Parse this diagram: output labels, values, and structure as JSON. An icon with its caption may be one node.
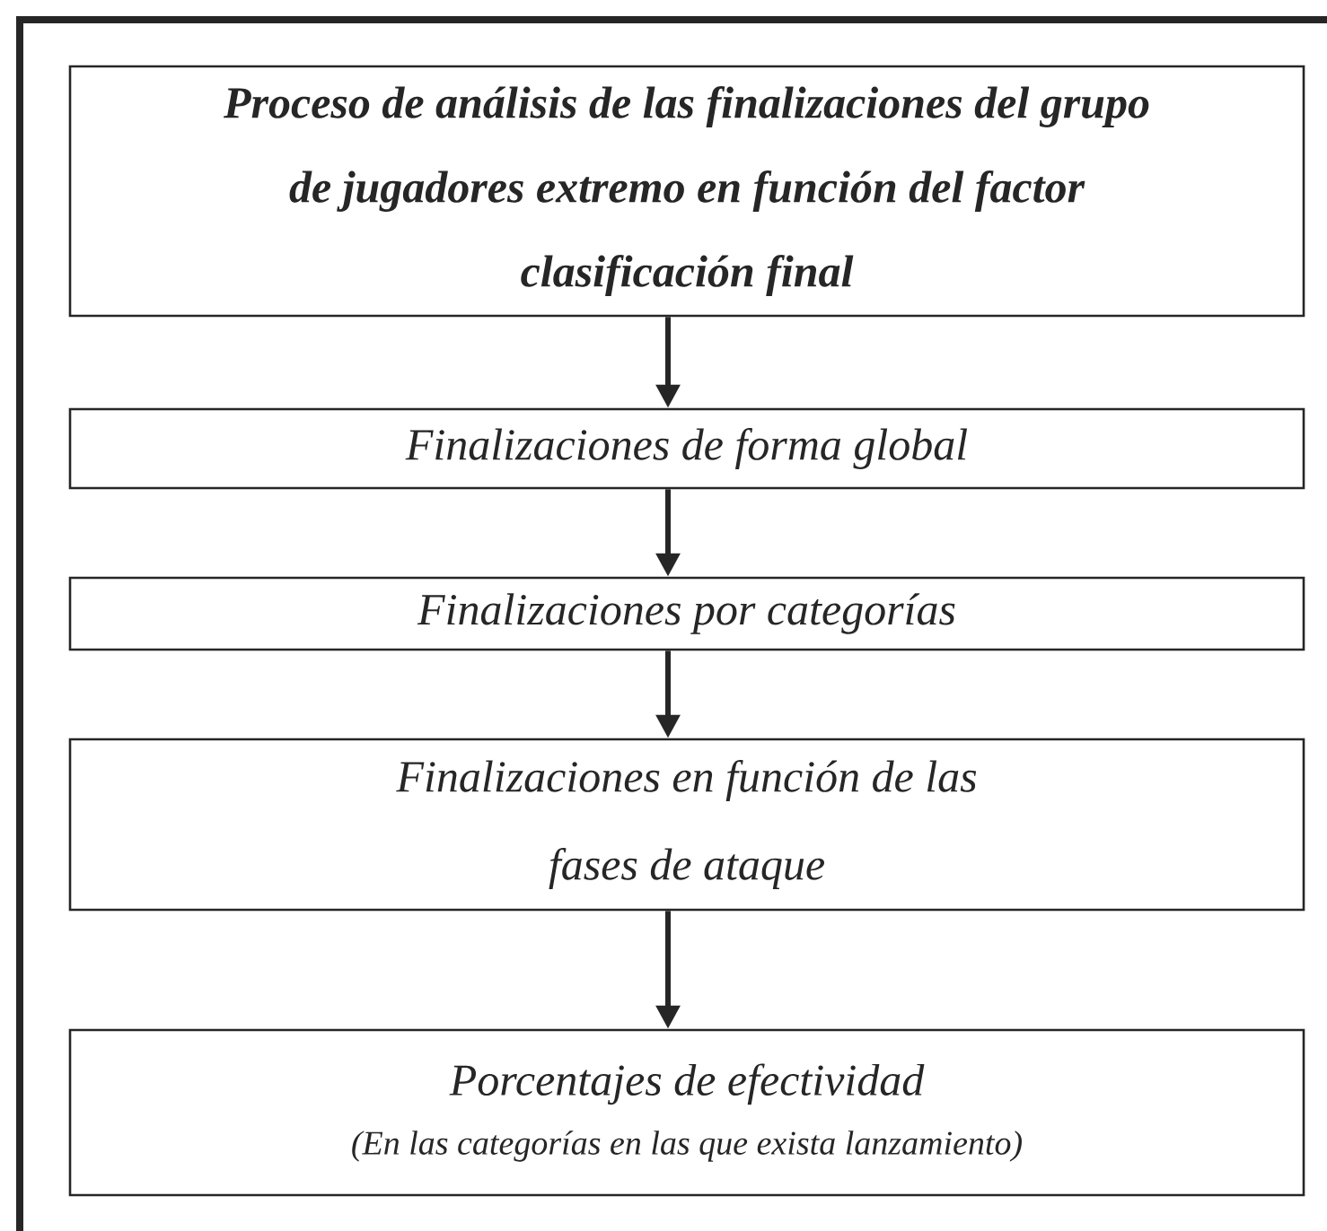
{
  "diagram": {
    "nodes": [
      {
        "text": [
          "Proceso de análisis de las finalizaciones del grupo de jugadores extremo en función del factor clasificación final"
        ]
      },
      {
        "text": [
          "Finalizaciones de forma global"
        ]
      },
      {
        "text": [
          "Finalizaciones por categorías"
        ]
      },
      {
        "text": [
          "Finalizaciones en función de las fases de ataque"
        ]
      },
      {
        "text": [
          "Porcentajes de efectividad",
          "(En las categorías en las que exista lanzamiento)"
        ]
      }
    ],
    "edges": [
      {
        "from": 0,
        "to": 1,
        "arrow": "to"
      },
      {
        "from": 1,
        "to": 2,
        "arrow": "to"
      },
      {
        "from": 2,
        "to": 3,
        "arrow": "to"
      },
      {
        "from": 3,
        "to": 4,
        "arrow": "to"
      }
    ]
  }
}
